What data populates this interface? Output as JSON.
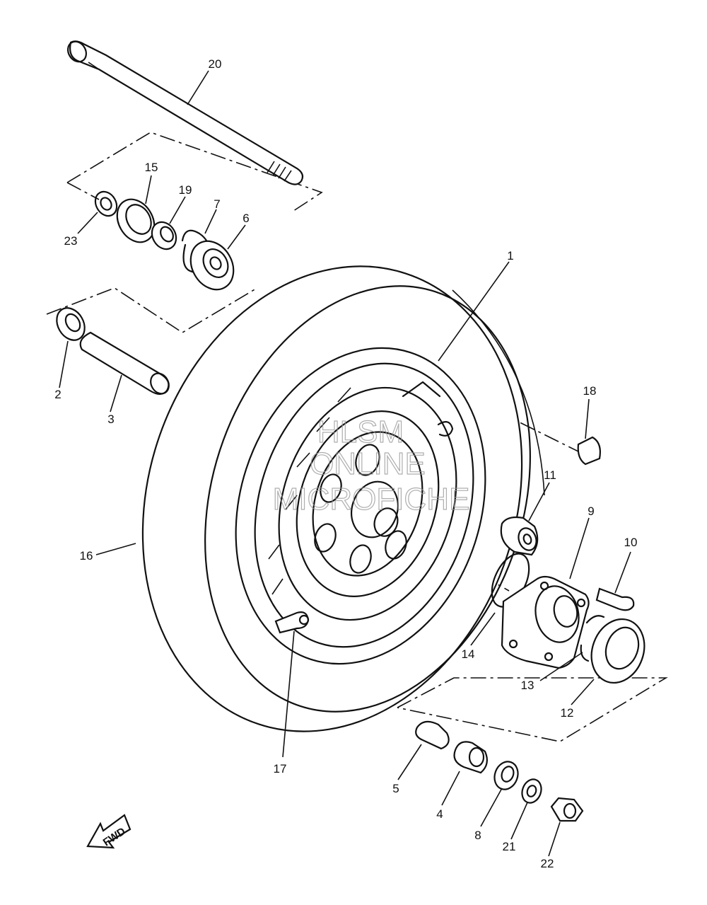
{
  "watermark": {
    "line1": "HLSM",
    "line2": "ONLINE",
    "line3": "MICROFICHE"
  },
  "direction_arrow": "FWD",
  "callouts": [
    {
      "id": "p1",
      "number": "1"
    },
    {
      "id": "p2",
      "number": "2"
    },
    {
      "id": "p3",
      "number": "3"
    },
    {
      "id": "p4",
      "number": "4"
    },
    {
      "id": "p5",
      "number": "5"
    },
    {
      "id": "p6",
      "number": "6"
    },
    {
      "id": "p7",
      "number": "7"
    },
    {
      "id": "p8",
      "number": "8"
    },
    {
      "id": "p9",
      "number": "9"
    },
    {
      "id": "p10",
      "number": "10"
    },
    {
      "id": "p11",
      "number": "11"
    },
    {
      "id": "p12",
      "number": "12"
    },
    {
      "id": "p13",
      "number": "13"
    },
    {
      "id": "p14",
      "number": "14"
    },
    {
      "id": "p15",
      "number": "15"
    },
    {
      "id": "p16",
      "number": "16"
    },
    {
      "id": "p17",
      "number": "17"
    },
    {
      "id": "p18",
      "number": "18"
    },
    {
      "id": "p19",
      "number": "19"
    },
    {
      "id": "p20",
      "number": "20"
    },
    {
      "id": "p21",
      "number": "21"
    },
    {
      "id": "p22",
      "number": "22"
    },
    {
      "id": "p23",
      "number": "23"
    }
  ]
}
